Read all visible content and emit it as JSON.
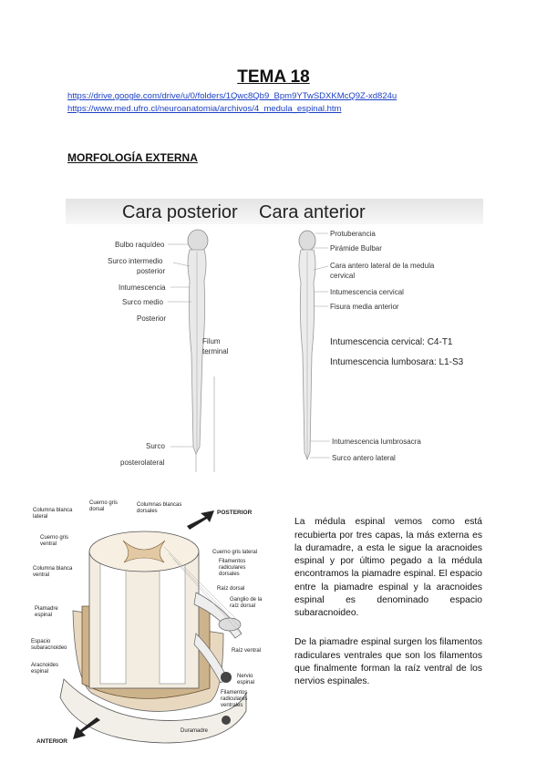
{
  "title": "TEMA 18",
  "links": [
    "https://drive.google.com/drive/u/0/folders/1Qwc8Qb9_Bpm9YTwSDXKMcQ9Z-xd824u",
    "https://www.med.ufro.cl/neuroanatomia/archivos/4_medula_espinal.htm"
  ],
  "section_title": "MORFOLOGÍA EXTERNA",
  "figure1": {
    "heading_left": "Cara posterior",
    "heading_right": "Cara anterior",
    "left_labels": [
      "Bulbo raquídeo",
      "Surco intermedio",
      "posterior",
      "Intumescencia",
      "Surco medio",
      "Posterior",
      "Surco",
      "posterolateral"
    ],
    "filum": [
      "Filum",
      "terminal"
    ],
    "right_labels": [
      "Protuberancia",
      "Pirámide Bulbar",
      "Cara antero lateral de la medula",
      "cervical",
      "Intumescencia cervical",
      "Fisura media anterior",
      "Intumescencia lumbrosacra",
      "Surco antero lateral"
    ],
    "note1": "Intumescencia cervical: C4-T1",
    "note2": "Intumescencia lumbosara: L1-S3"
  },
  "figure2": {
    "labels": {
      "col_blanca_lateral": [
        "Columna blanca",
        "lateral"
      ],
      "cuerno_gris_dorsal": [
        "Cuerno gris",
        "dorsal"
      ],
      "col_blancas_dorsales": [
        "Columnas blancas",
        "dorsales"
      ],
      "posterior": "POSTERIOR",
      "cuerno_gris_ventral": [
        "Cuerno gris",
        "ventral"
      ],
      "cuerno_gris_lateral": "Cuerno gris lateral",
      "filamentos_dorsales": [
        "Filamentos",
        "radiculares",
        "dorsales"
      ],
      "col_blanca_ventral": [
        "Columna blanca",
        "ventral"
      ],
      "raiz_dorsal": "Raíz dorsal",
      "ganglio": [
        "Ganglio de la",
        "raíz dorsal"
      ],
      "piamadre": [
        "Piamadre",
        "espinal"
      ],
      "espacio": [
        "Espacio",
        "subaracnoideo"
      ],
      "raiz_ventral": "Raíz ventral",
      "aracnoides": [
        "Aracnoides",
        "espinal"
      ],
      "nervio": [
        "Nervio",
        "espinal"
      ],
      "filamentos_ventrales": [
        "Filamentos",
        "radiculares",
        "ventrales"
      ],
      "duramadre": "Duramadre",
      "anterior": "ANTERIOR"
    }
  },
  "paragraphs": [
    "La médula espinal vemos como está recubierta por tres capas, la más externa es la duramadre, a esta le sigue la aracnoides espinal y por último pegado a la médula encontramos la piamadre espinal. El espacio entre la piamadre espinal y la aracnoides espinal es denominado espacio subaracnoideo.",
    "De la piamadre espinal surgen los filamentos radiculares ventrales que son los filamentos que finalmente forman la raíz ventral de los nervios espinales."
  ]
}
